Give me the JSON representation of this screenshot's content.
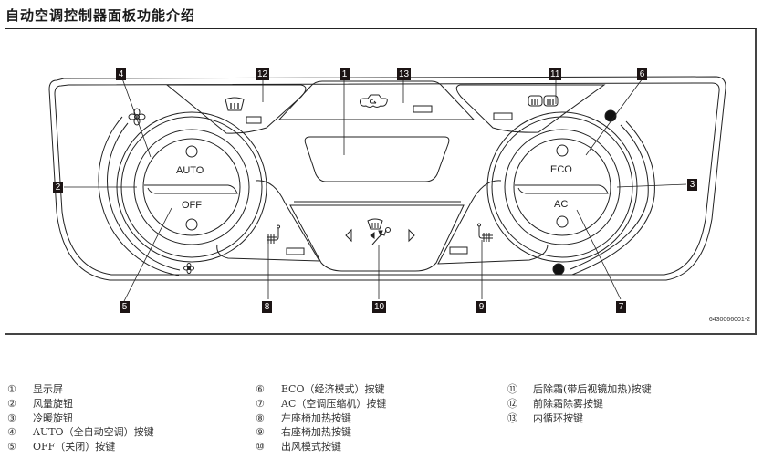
{
  "title": "自动空调控制器面板功能介绍",
  "figure_id": "6430066001-2",
  "knobs": {
    "left_top": "AUTO",
    "left_bottom": "OFF",
    "right_top": "ECO",
    "right_bottom": "AC"
  },
  "callouts": [
    "1",
    "2",
    "3",
    "4",
    "5",
    "6",
    "7",
    "8",
    "9",
    "10",
    "11",
    "12",
    "13"
  ],
  "icons": {
    "fan_high": "fan-high-icon",
    "fan_low": "fan-low-icon",
    "front_defrost": "front-defrost-icon",
    "recirculation": "recirculation-icon",
    "rear_defrost": "rear-defrost-icon",
    "left_seat_heat": "left-seat-heat-icon",
    "right_seat_heat": "right-seat-heat-icon",
    "air_mode": "air-mode-icon",
    "arrow_left": "◁",
    "arrow_right": "▷"
  },
  "legend": {
    "col1": [
      {
        "num": "①",
        "text": "显示屏"
      },
      {
        "num": "②",
        "text": "风量旋钮"
      },
      {
        "num": "③",
        "text": "冷暖旋钮"
      },
      {
        "num": "④",
        "text": "AUTO（全自动空调）按键"
      },
      {
        "num": "⑤",
        "text": "OFF（关闭）按键"
      }
    ],
    "col2": [
      {
        "num": "⑥",
        "text": "ECO（经济模式）按键"
      },
      {
        "num": "⑦",
        "text": "AC（空调压缩机）按键"
      },
      {
        "num": "⑧",
        "text": "左座椅加热按键"
      },
      {
        "num": "⑨",
        "text": "右座椅加热按键"
      },
      {
        "num": "⑩",
        "text": "出风模式按键"
      }
    ],
    "col3": [
      {
        "num": "⑪",
        "text": "后除霜(带后视镜加热)按键"
      },
      {
        "num": "⑫",
        "text": "前除霜除雾按键"
      },
      {
        "num": "⑬",
        "text": "内循环按键"
      }
    ]
  }
}
